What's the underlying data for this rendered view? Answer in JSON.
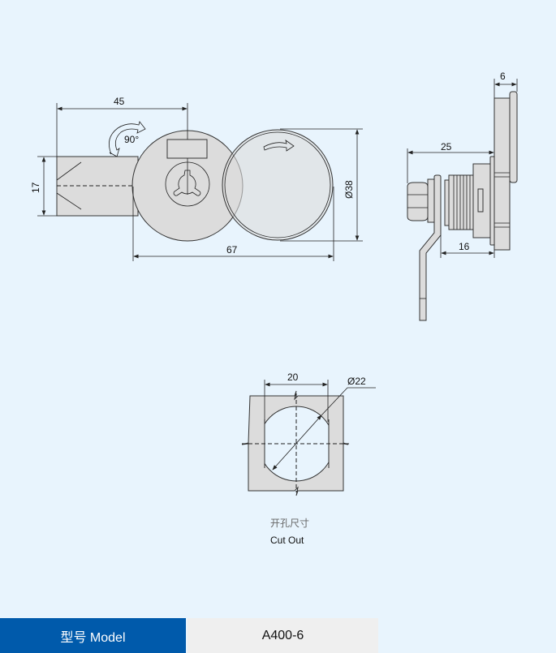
{
  "front_view": {
    "dim_width": "45",
    "dim_height": "17",
    "dim_diameter": "Ø38",
    "dim_length": "67",
    "rotation": "90°"
  },
  "side_view": {
    "dim_plate": "6",
    "dim_total": "25",
    "dim_body": "16"
  },
  "cutout": {
    "dim_width": "20",
    "dim_diameter": "Ø22",
    "label_cn": "开孔尺寸",
    "label_en": "Cut Out"
  },
  "model": {
    "label": "型号 Model",
    "value": "A400-6"
  },
  "colors": {
    "background": "#e8f4fd",
    "model_label_bg": "#005aab",
    "model_value_bg": "#efefef",
    "part_fill": "#dcdcdc"
  }
}
